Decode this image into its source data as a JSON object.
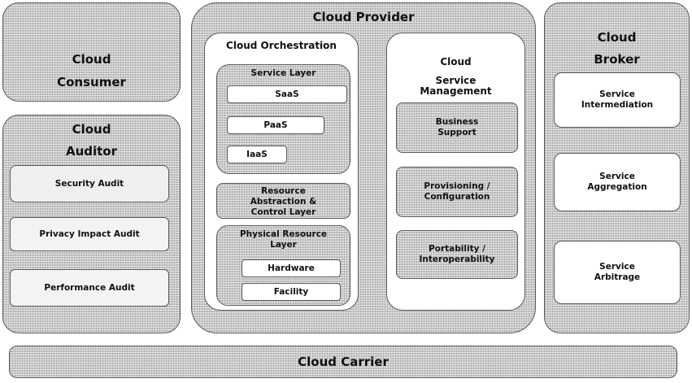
{
  "consumer": {
    "line1": "Cloud",
    "line2": "Consumer"
  },
  "auditor": {
    "line1": "Cloud",
    "line2": "Auditor",
    "items": [
      "Security Audit",
      "Privacy Impact Audit",
      "Performance Audit"
    ]
  },
  "provider": {
    "title": "Cloud Provider",
    "orchestration": {
      "title": "Cloud Orchestration",
      "service_layer": {
        "title": "Service Layer",
        "items": [
          "SaaS",
          "PaaS",
          "IaaS"
        ]
      },
      "resource_abstraction": {
        "line1": "Resource",
        "line2": "Abstraction &",
        "line3": "Control Layer"
      },
      "physical_resource": {
        "line1": "Physical Resource",
        "line2": "Layer",
        "items": [
          "Hardware",
          "Facility"
        ]
      }
    },
    "management": {
      "line1": "Cloud",
      "line2": "Service",
      "line3": "Management",
      "items": [
        {
          "line1": "Business",
          "line2": "Support"
        },
        {
          "line1": "Provisioning /",
          "line2": "Configuration"
        },
        {
          "line1": "Portability /",
          "line2": "Interoperability"
        }
      ]
    }
  },
  "broker": {
    "line1": "Cloud",
    "line2": "Broker",
    "items": [
      {
        "line1": "Service",
        "line2": "Intermediation"
      },
      {
        "line1": "Service",
        "line2": "Aggregation"
      },
      {
        "line1": "Service",
        "line2": "Arbitrage"
      }
    ]
  },
  "carrier": {
    "title": "Cloud Carrier"
  }
}
